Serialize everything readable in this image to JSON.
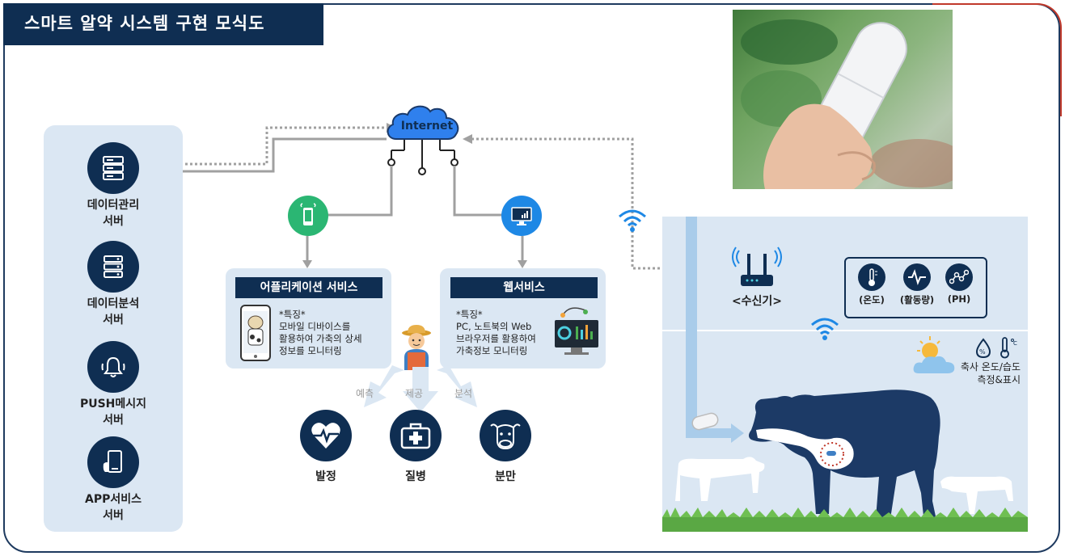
{
  "title": "스마트 알약 시스템 구현 모식도",
  "servers": [
    {
      "line1": "데이터관리",
      "line2": "서버",
      "icon": "database-server-icon"
    },
    {
      "line1": "데이터분석",
      "line2": "서버",
      "icon": "server-icon"
    },
    {
      "line1": "PUSH메시지",
      "line2": "서버",
      "icon": "bell-icon"
    },
    {
      "line1": "APP서비스",
      "line2": "서버",
      "icon": "smartphone-hand-icon"
    }
  ],
  "cloud": {
    "label": "Internet"
  },
  "app_service": {
    "title": "어플리케이션 서비스",
    "text": "*특징*\n모바일 디바이스를\n활용하여 가축의 상세\n정보를 모니터링"
  },
  "web_service": {
    "title": "웹서비스",
    "text": "*특징*\nPC, 노트북의 Web\n브라우저를 활용하여\n가축정보 모니터링"
  },
  "flows": {
    "left": "예측",
    "center": "제공",
    "right": "분석"
  },
  "categories": [
    {
      "label": "발정",
      "icon": "heart-pulse-icon"
    },
    {
      "label": "질병",
      "icon": "medical-kit-icon"
    },
    {
      "label": "분만",
      "icon": "cow-face-icon"
    }
  ],
  "receiver": {
    "label": "<수신기>"
  },
  "sensors": [
    {
      "label": "(온도)",
      "icon": "thermometer-icon"
    },
    {
      "label": "(활동량)",
      "icon": "activity-wave-icon"
    },
    {
      "label": "(PH)",
      "icon": "ph-graph-icon"
    }
  ],
  "environment": {
    "line1": "축사 온도/습도",
    "line2": "측정&표시"
  },
  "colors": {
    "navy": "#0f2e52",
    "panel": "#dbe7f3",
    "green_icon": "#2bb673",
    "blue_icon": "#1e88e5",
    "cloud": "#2f80ed",
    "accent_red": "#c0392b"
  }
}
